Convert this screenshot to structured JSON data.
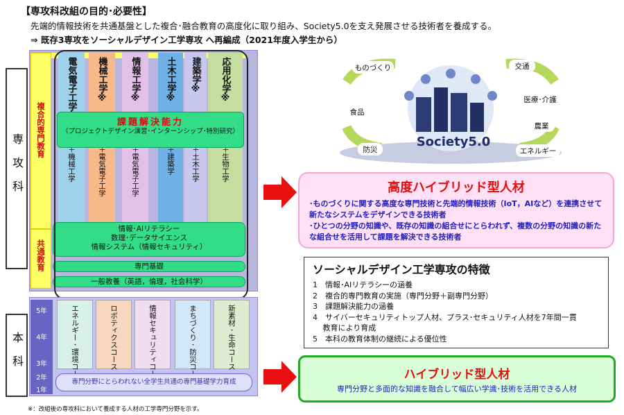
{
  "header": {
    "title": "【専攻科改組の目的･必要性】",
    "desc": "先端的情報技術を共通基盤とした複合･融合教育の高度化に取り組み、Society5.0を支え発展させる技術者を養成する。",
    "reorg": "⇒ 既存3専攻をソーシャルデザイン工学専攻 へ再編成（2021年度入学生から）"
  },
  "side": {
    "senkoka": "専攻科",
    "honka": "本科"
  },
  "left_tags": {
    "fukugo": "複合的専門教育",
    "kyotsu": "共通教育"
  },
  "columns": [
    {
      "main": "電気電子工学※",
      "sub": "＋機械工学",
      "color": "#9ed2ea"
    },
    {
      "main": "機械工学※",
      "sub": "＋電気電子工学",
      "color": "#f7b98a"
    },
    {
      "main": "情報工学※",
      "sub": "＋電気電子工学",
      "color": "#e3c0e8"
    },
    {
      "main": "土木工学※",
      "sub": "＋建築学",
      "color": "#6fb1e6"
    },
    {
      "main": "建築学※",
      "sub": "＋土木工学",
      "color": "#c9c7ee"
    },
    {
      "main": "応用化学※",
      "sub": "＋生物工学",
      "color": "#c5dea0"
    }
  ],
  "kadai": {
    "title": "課題解決能力",
    "sub": "（プロジェクトデザイン演習･インターンシップ･特別研究）"
  },
  "common": {
    "l1": "情報･AIリテラシー",
    "l2": "数理･データサイエンス",
    "l3": "情報システム（情報セキュリティ）",
    "senmon_kiso": "専門基礎",
    "ippan": "一般教養（英語，倫理，社会科学）"
  },
  "years": [
    "5年",
    "4年",
    "3年",
    "2年",
    "1年"
  ],
  "courses": [
    {
      "name": "エネルギー･環境コース",
      "color": "#d8f0ea"
    },
    {
      "name": "ロボティクスコース",
      "color": "#f8d6c0"
    },
    {
      "name": "情報セキュリティコース",
      "color": "#f0ddf0"
    },
    {
      "name": "まちづくり･防災コース",
      "color": "#d2e8f8"
    },
    {
      "name": "新素材･生命コース",
      "color": "#e0ecd0"
    }
  ],
  "kiban": "専門分野にとらわれない全学生共通の専門基礎学力育成",
  "footnote": "※：改組後の専攻科において養成する人材の工学専門分野を示す。",
  "society": {
    "label": "Society5.0",
    "items": [
      "ものづくり",
      "食品",
      "防災",
      "交通",
      "医療･介護",
      "農業",
      "エネルギー"
    ]
  },
  "pink": {
    "title": "高度ハイブリッド型人材",
    "p1": "･ものづくりに関する高度な専門技術と先端的情報技術（IoT，AIなど）を連携させて新たなシステムをデザインできる技術者",
    "p2": "･ひとつの分野の知識や、既存の知識の組合せにとらわれず、複数の分野の知識の新たな組合せを活用して課題を解決できる技術者"
  },
  "features": {
    "title": "ソーシャルデザイン工学専攻の特徴",
    "items": [
      "1　情報･AIリテラシーの涵養",
      "2　複合的専門教育の実施（専門分野＋副専門分野）",
      "3　課題解決能力の涵養",
      "4　サイバーセキュリティトップ人材、プラス･セキュリティ人材を7年間一貫",
      "　 教育により育成",
      "5　本科の教育体制の継続による優位性"
    ]
  },
  "hybrid": {
    "title": "ハイブリッド型人材",
    "sub": "専門分野と多面的な知識を融合して幅広い学識･技術を活用できる人材"
  },
  "colors": {
    "accent_red": "#e01010",
    "accent_blue": "#2020c0",
    "green": "#33dd88"
  }
}
